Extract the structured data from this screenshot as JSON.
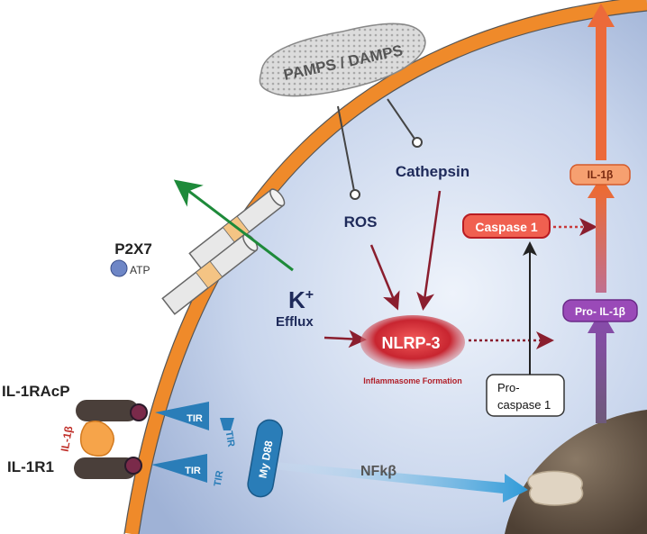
{
  "labels": {
    "pamps": "PAMPS / DAMPS",
    "cathepsin": "Cathepsin",
    "ros": "ROS",
    "p2x7": "P2X7",
    "atp": "ATP",
    "k_main": "K",
    "k_sup": "+",
    "efflux": "Efflux",
    "nlrp3": "NLRP-3",
    "inflammasome": "Inflammasome Formation",
    "caspase1": "Caspase 1",
    "procaspase_line1": "Pro-",
    "procaspase_line2": "caspase 1",
    "il1b_mature": "IL-1β",
    "pro_il1b": "Pro- IL-1β",
    "il1racp": "IL-1RAcP",
    "il1r1": "IL-1R1",
    "il1b_ligand": "IL-1β",
    "tir_top": "TIR",
    "tir_bottom": "TIR",
    "tir_right_top": "TIR",
    "tir_right_bottom": "TIR",
    "myd88": "My D88",
    "nfkb": "NFkβ"
  },
  "colors": {
    "membrane": "#ef8a2a",
    "cytoplasm": "#c9d6ee",
    "nlrp3": "#c0242c",
    "caspase": "#e4453a",
    "pro_il1b": "#8b3fa6",
    "il1b": "#f08a4a",
    "arrow_dark": "#8a1e2e",
    "tir_blue": "#2a7db8",
    "nucleus": "#6b5a4a"
  }
}
